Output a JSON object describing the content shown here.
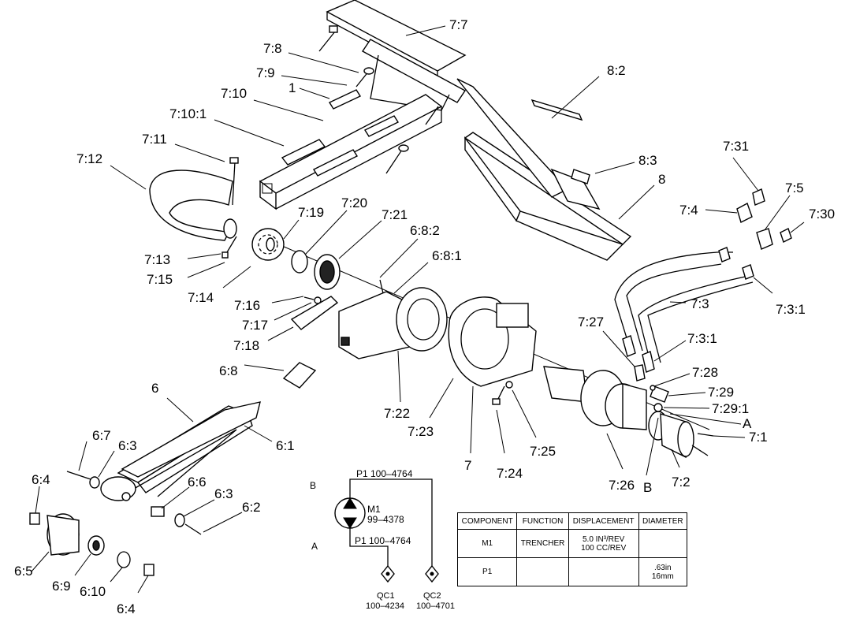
{
  "labels": {
    "l7_7": "7:7",
    "l7_8": "7:8",
    "l7_9": "7:9",
    "l1": "1",
    "l7_10": "7:10",
    "l7_10_1": "7:10:1",
    "l7_11": "7:11",
    "l7_12": "7:12",
    "l8_2": "8:2",
    "l8_3": "8:3",
    "l8": "8",
    "l7_31": "7:31",
    "l7_5": "7:5",
    "l7_4": "7:4",
    "l7_30": "7:30",
    "l7_19": "7:19",
    "l7_20": "7:20",
    "l7_21": "7:21",
    "l6_8_2": "6:8:2",
    "l6_8_1": "6:8:1",
    "l7_13": "7:13",
    "l7_15": "7:15",
    "l7_14": "7:14",
    "l7_16": "7:16",
    "l7_17": "7:17",
    "l7_18": "7:18",
    "l7_3_1a": "7:3:1",
    "l7_3": "7:3",
    "l7_27": "7:27",
    "l7_3_1b": "7:3:1",
    "l7_28": "7:28",
    "l7_29": "7:29",
    "l7_29_1": "7:29:1",
    "lA": "A",
    "l7_1": "7:1",
    "l6_8": "6:8",
    "l7_22": "7:22",
    "l7_23": "7:23",
    "l7": "7",
    "l7_24": "7:24",
    "l7_25": "7:25",
    "l7_26": "7:26",
    "lB": "B",
    "l7_2": "7:2",
    "l6": "6",
    "l6_1": "6:1",
    "l6_7": "6:7",
    "l6_3a": "6:3",
    "l6_4a": "6:4",
    "l6_6": "6:6",
    "l6_3b": "6:3",
    "l6_2": "6:2",
    "l6_5": "6:5",
    "l6_9": "6:9",
    "l6_10": "6:10",
    "l6_4b": "6:4"
  },
  "schematic": {
    "port_b": "B",
    "port_a": "A",
    "top_line": "P1 100–4764",
    "bottom_line": "P1 100–4764",
    "motor_name": "M1",
    "motor_part": "99–4378",
    "qc1_name": "QC1",
    "qc1_part": "100–4234",
    "qc2_name": "QC2",
    "qc2_part": "100–4701"
  },
  "spec_table": {
    "headers": [
      "COMPONENT",
      "FUNCTION",
      "DISPLACEMENT",
      "DIAMETER"
    ],
    "rows": [
      [
        "M1",
        "TRENCHER",
        "5.0 IN³/REV\n100 CC/REV",
        ""
      ],
      [
        "P1",
        "",
        "",
        ".63in\n16mm"
      ]
    ]
  }
}
